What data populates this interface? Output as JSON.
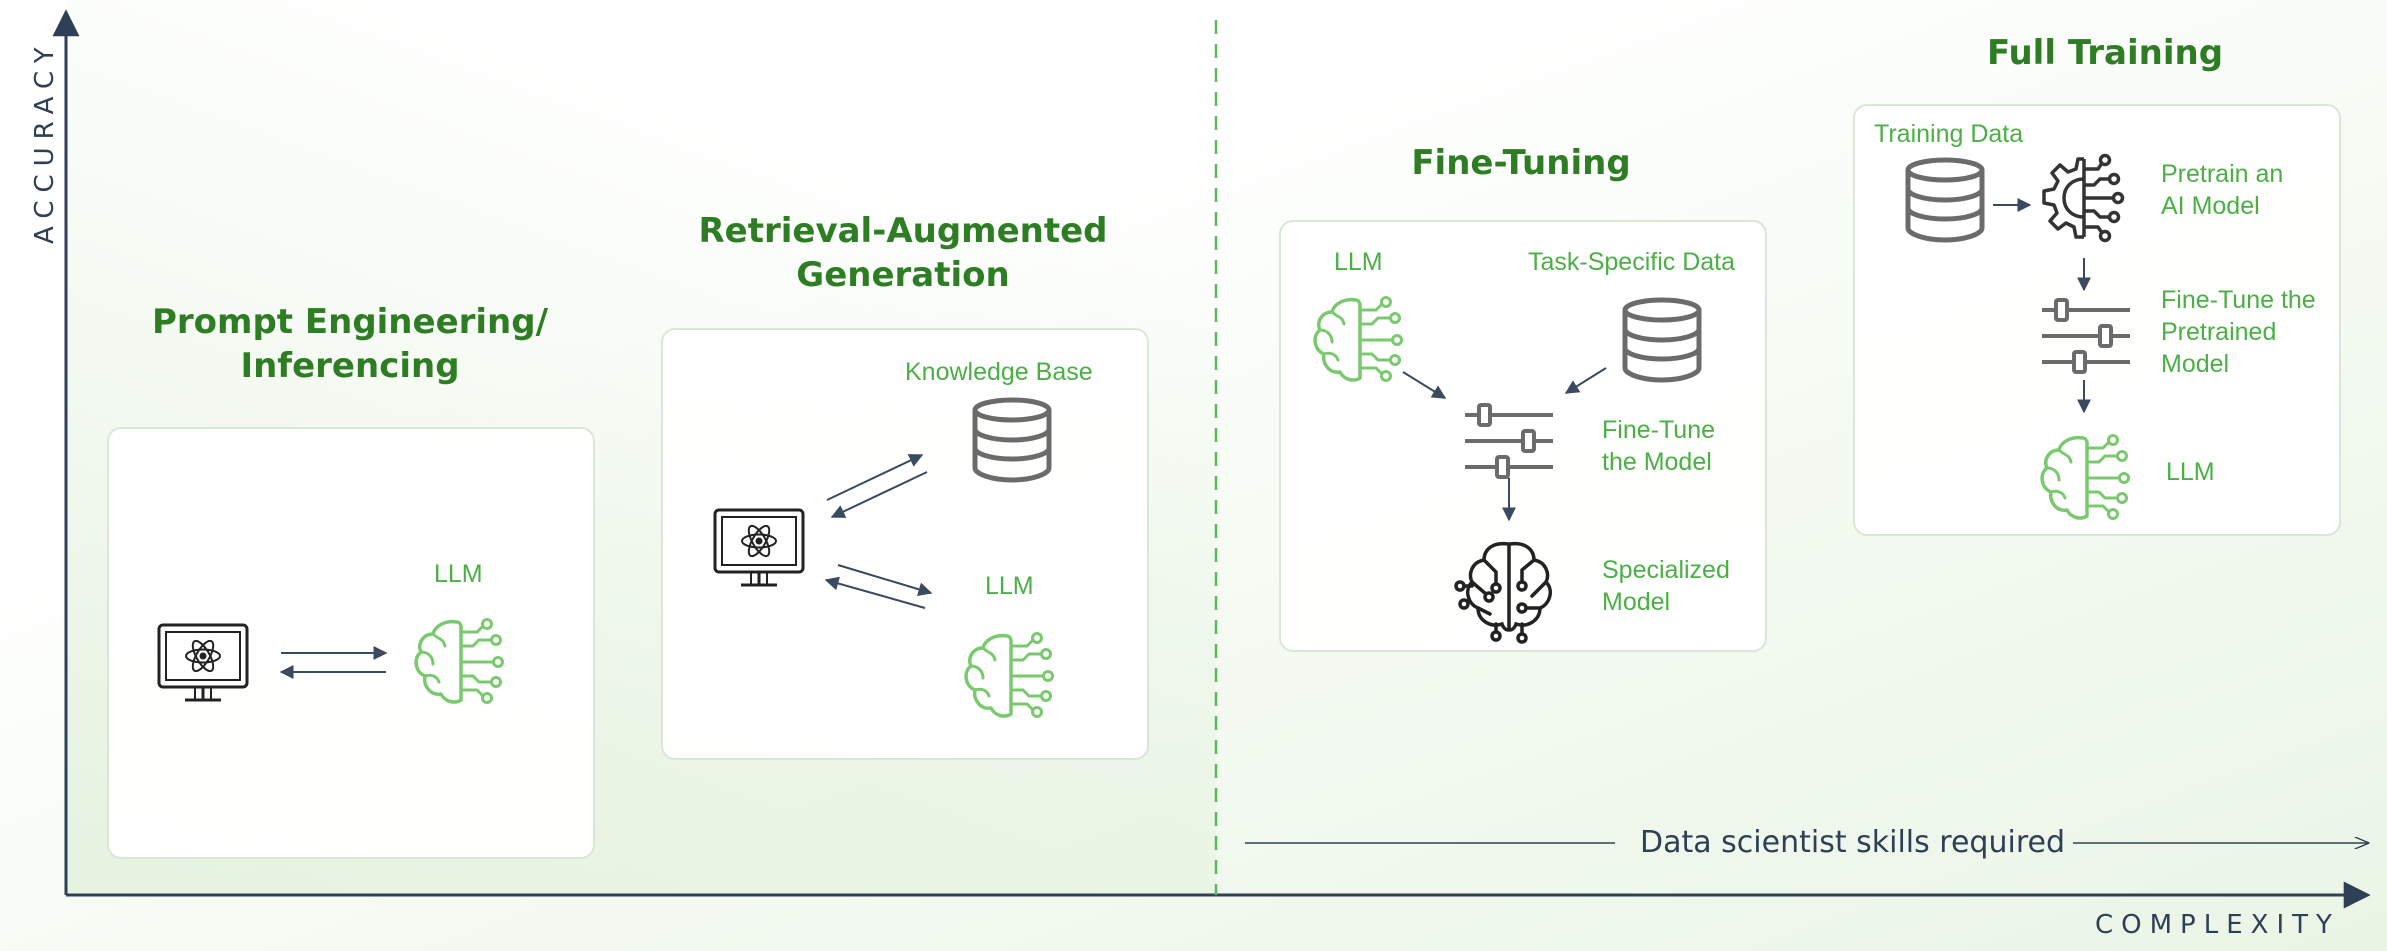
{
  "axes": {
    "y_label": "ACCURACY",
    "x_label": "COMPLEXITY",
    "skills_label": "Data scientist skills required"
  },
  "sections": {
    "prompt": {
      "title_line1": "Prompt Engineering/",
      "title_line2": "Inferencing",
      "llm_label": "LLM"
    },
    "rag": {
      "title_line1": "Retrieval-Augmented",
      "title_line2": "Generation",
      "kb_label": "Knowledge Base",
      "llm_label": "LLM"
    },
    "finetune": {
      "title": "Fine-Tuning",
      "llm_label": "LLM",
      "data_label": "Task-Specific Data",
      "step_line1": "Fine-Tune",
      "step_line2": "the Model",
      "result_line1": "Specialized",
      "result_line2": "Model"
    },
    "fulltrain": {
      "title": "Full Training",
      "data_label": "Training Data",
      "pretrain_line1": "Pretrain an",
      "pretrain_line2": "AI Model",
      "finetune_line1": "Fine-Tune the",
      "finetune_line2": "Pretrained",
      "finetune_line3": "Model",
      "llm_label": "LLM"
    }
  },
  "colors": {
    "title_green": "#2e7d24",
    "label_green": "#4caf46",
    "axis_navy": "#2f4056",
    "icon_gray": "#6b6b6b",
    "panel_border": "#dbe7d6",
    "divider_green": "#5cb85c"
  },
  "icons": [
    "computer-atom-icon",
    "brain-circuit-icon",
    "database-icon",
    "sliders-icon",
    "gear-brain-icon",
    "specialized-brain-icon"
  ]
}
